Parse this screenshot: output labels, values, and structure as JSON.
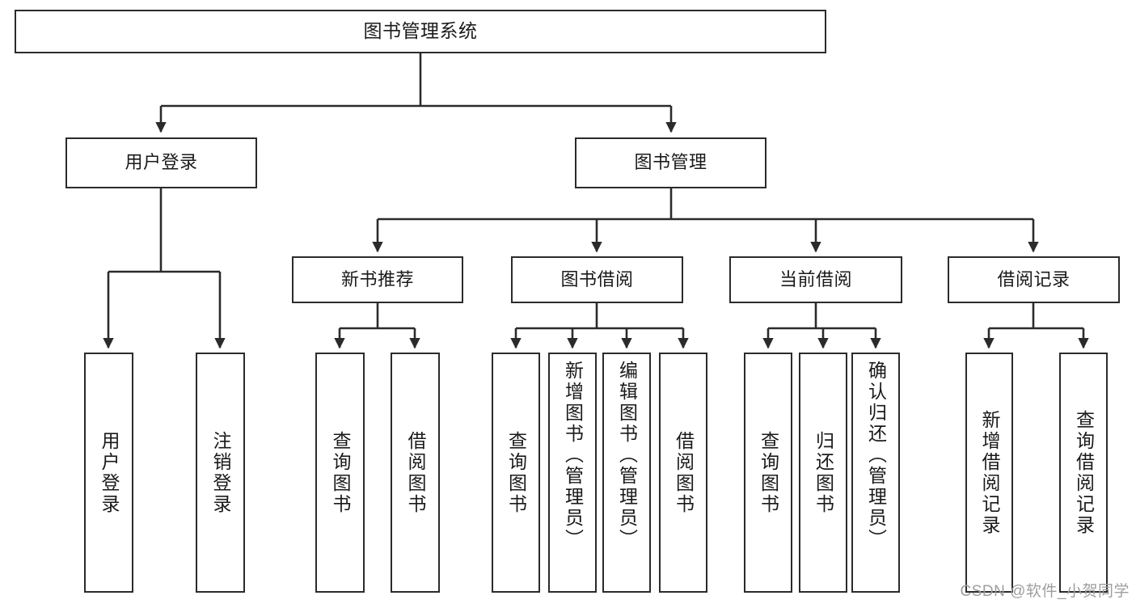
{
  "diagram": {
    "type": "tree-hierarchy-chart",
    "title": "图书管理系统",
    "watermark": "CSDN @软件_小贺同学",
    "colors": {
      "box_border": "#2b2b2b",
      "box_fill": "#ffffff",
      "edge": "#2b2b2b",
      "text": "#1a1a1a",
      "watermark": "#9e9e9e",
      "background": "#ffffff"
    },
    "nodes": {
      "root": {
        "label": "图书管理系统"
      },
      "level2": [
        {
          "id": "user-login",
          "label": "用户登录"
        },
        {
          "id": "book-manage",
          "label": "图书管理"
        }
      ],
      "level3": [
        {
          "id": "new-book-recommend",
          "label": "新书推荐"
        },
        {
          "id": "book-borrow",
          "label": "图书借阅"
        },
        {
          "id": "current-borrow",
          "label": "当前借阅"
        },
        {
          "id": "borrow-record",
          "label": "借阅记录"
        }
      ],
      "leaves": {
        "user_login": [
          {
            "id": "leaf-user-login",
            "label": "用户登录"
          },
          {
            "id": "leaf-logout-login",
            "label": "注销登录"
          }
        ],
        "new_book_recommend": [
          {
            "id": "leaf-query-book-1",
            "label": "查询图书"
          },
          {
            "id": "leaf-borrow-book-1",
            "label": "借阅图书"
          }
        ],
        "book_borrow": [
          {
            "id": "leaf-query-book-2",
            "label": "查询图书"
          },
          {
            "id": "leaf-add-book",
            "label": "新增图书（管理员）"
          },
          {
            "id": "leaf-edit-book",
            "label": "编辑图书（管理员）"
          },
          {
            "id": "leaf-borrow-book-2",
            "label": "借阅图书"
          }
        ],
        "current_borrow": [
          {
            "id": "leaf-query-book-3",
            "label": "查询图书"
          },
          {
            "id": "leaf-return-book",
            "label": "归还图书"
          },
          {
            "id": "leaf-confirm-return",
            "label": "确认归还（管理员）"
          }
        ],
        "borrow_record": [
          {
            "id": "leaf-add-record",
            "label": "新增借阅记录"
          },
          {
            "id": "leaf-query-record",
            "label": "查询借阅记录"
          }
        ]
      }
    }
  }
}
